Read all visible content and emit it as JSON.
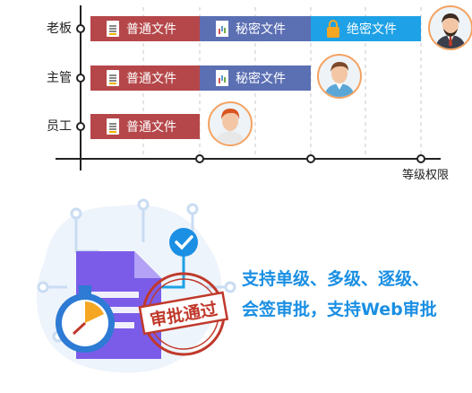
{
  "chart": {
    "rows": [
      {
        "role": "老板",
        "files": [
          {
            "label": "普通文件",
            "color": "#b5474a",
            "icon": "document-icon"
          },
          {
            "label": "秘密文件",
            "color": "#5b6fb3",
            "icon": "chart-doc-icon"
          },
          {
            "label": "绝密文件",
            "color": "#1ea1e6",
            "icon": "lock-icon"
          }
        ]
      },
      {
        "role": "主管",
        "files": [
          {
            "label": "普通文件",
            "color": "#b5474a",
            "icon": "document-icon"
          },
          {
            "label": "秘密文件",
            "color": "#5b6fb3",
            "icon": "chart-doc-icon"
          }
        ]
      },
      {
        "role": "员工",
        "files": [
          {
            "label": "普通文件",
            "color": "#b5474a",
            "icon": "document-icon"
          }
        ]
      }
    ],
    "x_axis_label": "等级权限"
  },
  "illustration": {
    "stamp_text": "审批通过"
  },
  "slogan": {
    "line1": "支持单级、多级、逐级、",
    "line2": "会签审批，支持Web审批"
  }
}
